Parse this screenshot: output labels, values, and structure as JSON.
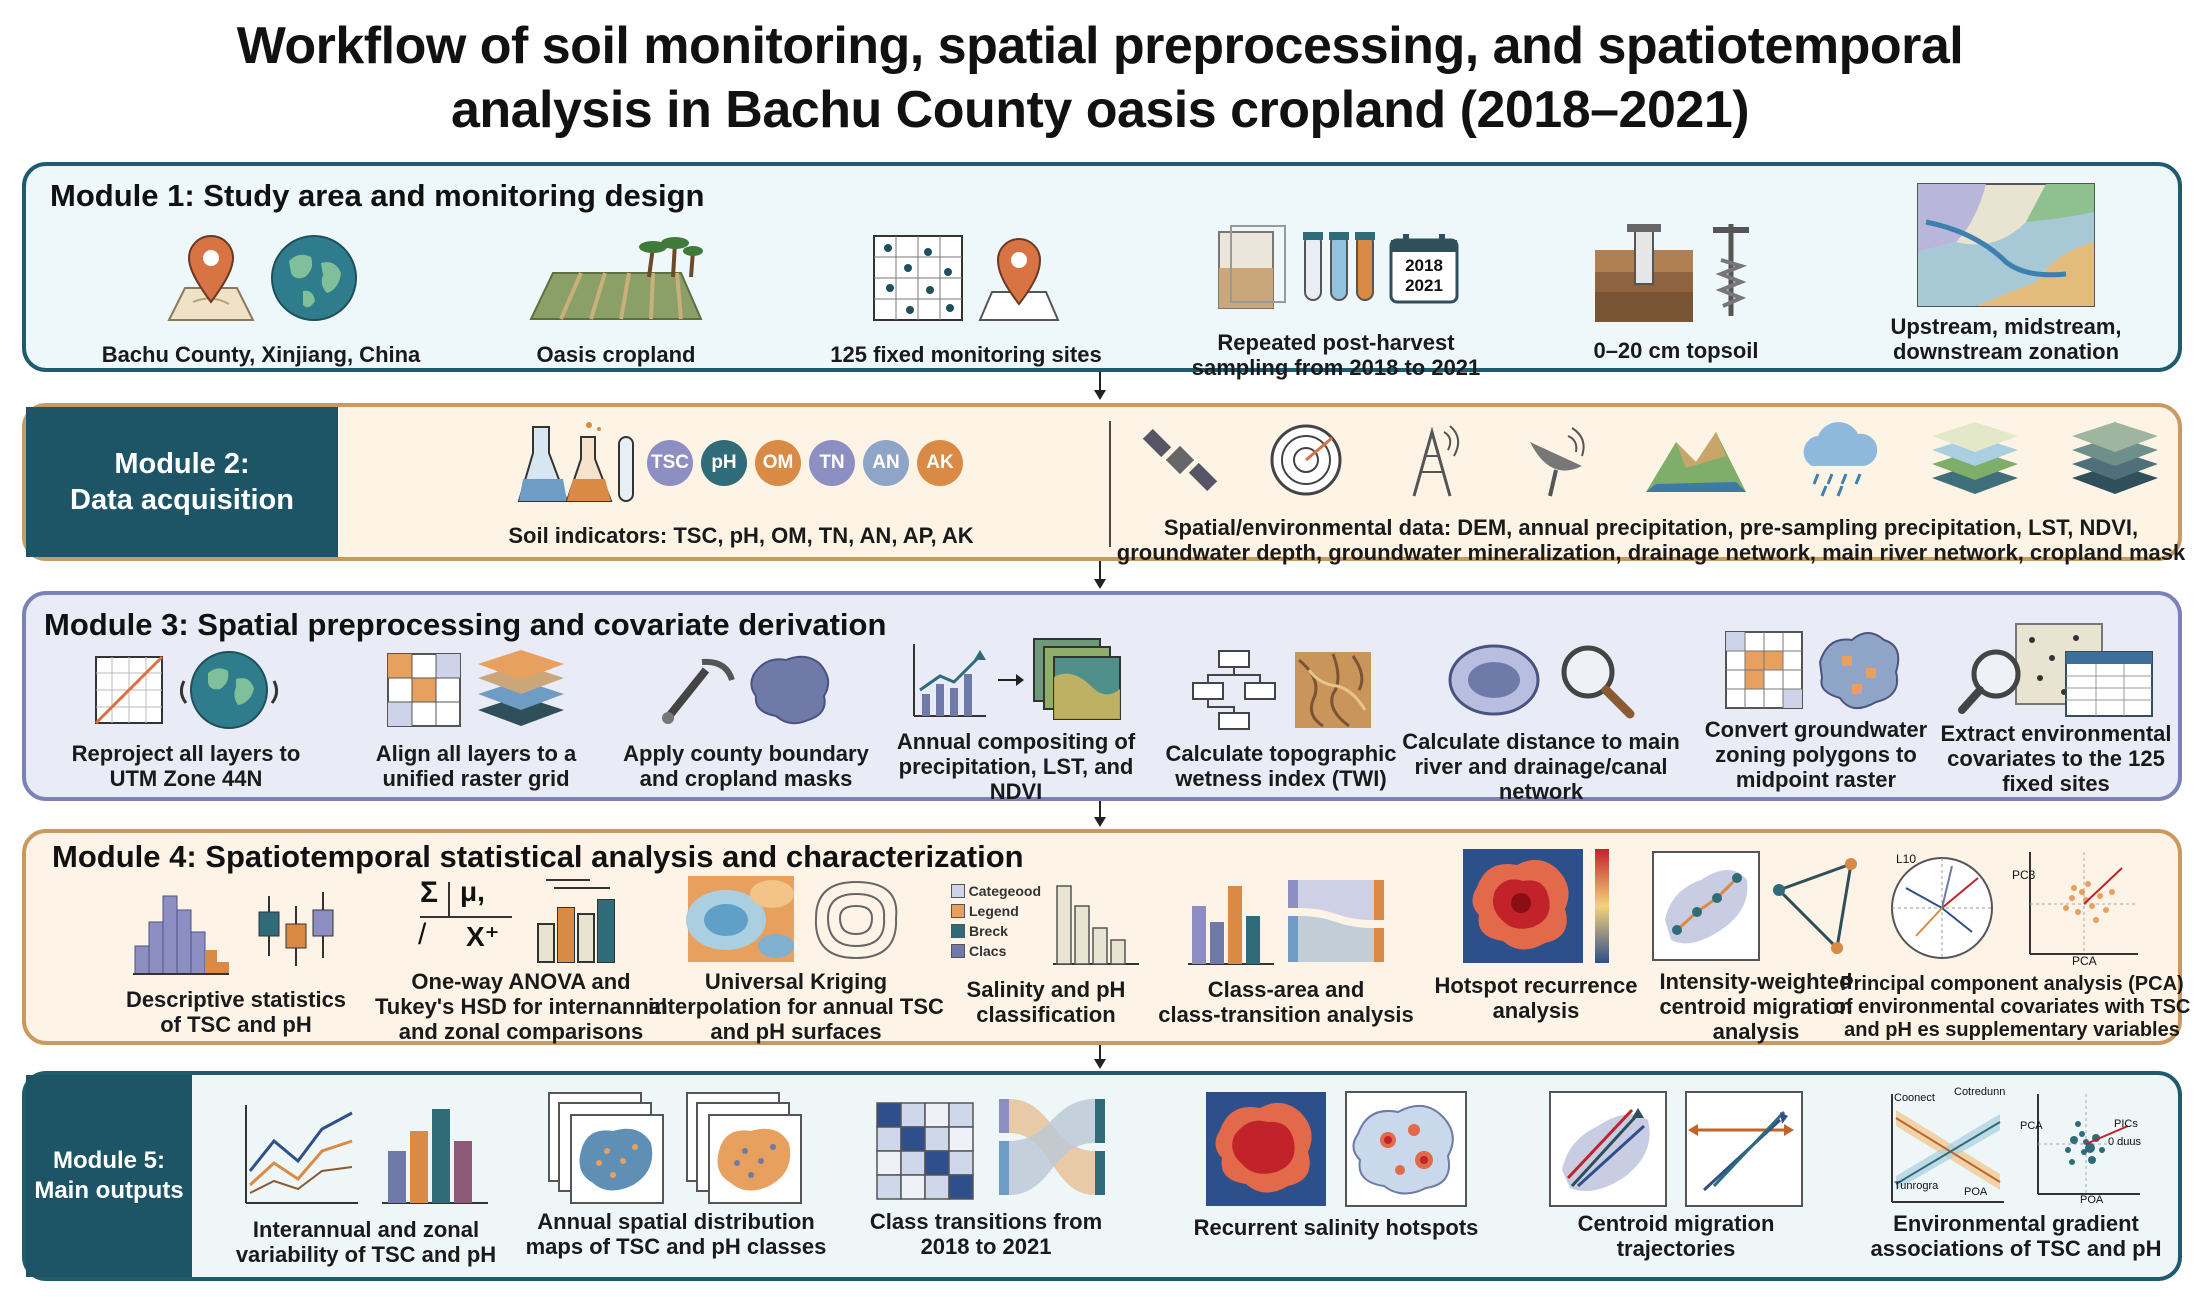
{
  "title": {
    "line1": "Workflow of soil monitoring, spatial preprocessing, and spatiotemporal",
    "line2": "analysis in Bachu County oasis cropland (2018–2021)"
  },
  "module1": {
    "heading": "Module 1: Study area and monitoring design",
    "items": [
      {
        "lines": [
          "Bachu County, Xinjiang, China"
        ]
      },
      {
        "lines": [
          "Oasis cropland"
        ]
      },
      {
        "lines": [
          "125 fixed monitoring sites"
        ]
      },
      {
        "lines": [
          "Repeated post-harvest",
          "sampling from 2018 to 2021"
        ]
      },
      {
        "lines": [
          "0–20 cm topsoil"
        ]
      },
      {
        "lines": [
          "Upstream, midstream,",
          "downstream zonation"
        ]
      }
    ],
    "calendar_years": [
      "2018",
      "2021"
    ]
  },
  "module2": {
    "side_lines": [
      "Module 2:",
      "Data acquisition"
    ],
    "soil_caption": "Soil indicators: TSC, pH, OM, TN, AN, AP, AK",
    "badges": [
      {
        "label": "TSC",
        "color": "#8d8fc2"
      },
      {
        "label": "pH",
        "color": "#2f6b78"
      },
      {
        "label": "OM",
        "color": "#d98a45"
      },
      {
        "label": "TN",
        "color": "#8d8fc2"
      },
      {
        "label": "AN",
        "color": "#8fa5c7"
      },
      {
        "label": "AK",
        "color": "#d98a45"
      }
    ],
    "spatial_caption_lines": [
      "Spatial/environmental data: DEM, annual precipitation, pre-sampling precipitation, LST, NDVI,",
      "groundwater depth, groundwater mineralization, drainage network, main river network, cropland mask"
    ]
  },
  "module3": {
    "heading": "Module 3: Spatial preprocessing and covariate derivation",
    "items": [
      {
        "lines": [
          "Reproject all layers to",
          "UTM Zone 44N"
        ]
      },
      {
        "lines": [
          "Align all layers to a",
          "unified raster grid"
        ]
      },
      {
        "lines": [
          "Apply county boundary",
          "and cropland masks"
        ]
      },
      {
        "lines": [
          "Annual compositing of",
          "precipitation, LST, and",
          "NDVI"
        ]
      },
      {
        "lines": [
          "Calculate topographic",
          "wetness index (TWI)"
        ]
      },
      {
        "lines": [
          "Calculate distance to main",
          "river and drainage/canal",
          "network"
        ]
      },
      {
        "lines": [
          "Convert groundwater",
          "zoning polygons to",
          "midpoint raster"
        ]
      },
      {
        "lines": [
          "Extract environmental",
          "covariates to the 125",
          "fixed sites"
        ]
      }
    ]
  },
  "module4": {
    "heading": "Module 4: Spatiotemporal statistical analysis and characterization",
    "items": [
      {
        "lines": [
          "Descriptive statistics",
          "of TSC and pH"
        ]
      },
      {
        "lines": [
          "One-way ANOVA and",
          "Tukey's HSD for internannal",
          "and zonal comparisons"
        ]
      },
      {
        "lines": [
          "Universal Kriging",
          "interpolation for annual TSC",
          "and pH surfaces"
        ]
      },
      {
        "lines": [
          "Salinity and pH",
          "classification"
        ]
      },
      {
        "lines": [
          "Class-area and",
          "class-transition analysis"
        ]
      },
      {
        "lines": [
          "Hotspot recurrence",
          "analysis"
        ]
      },
      {
        "lines": [
          "Intensity-weighted",
          "centroid migration",
          "analysis"
        ]
      },
      {
        "lines": [
          "Principal component analysis (PCA)",
          "of environmental covariates with TSC",
          "and pH es supplementary variables"
        ]
      }
    ],
    "legend_labels": [
      "Categeood",
      "Legend",
      "Breck",
      "Clacs"
    ],
    "anova_symbols": [
      "Σ",
      "μ,",
      "X⁺"
    ],
    "pca_axis_labels": [
      "L10",
      "PC3",
      "PCA"
    ]
  },
  "module5": {
    "side_lines": [
      "Module 5:",
      "Main outputs"
    ],
    "items": [
      {
        "lines": [
          "Interannual and zonal",
          "variability of TSC and pH"
        ]
      },
      {
        "lines": [
          "Annual spatial distribution",
          "maps of TSC and pH classes"
        ]
      },
      {
        "lines": [
          "Class transitions from",
          "2018 to 2021"
        ]
      },
      {
        "lines": [
          "Recurrent salinity hotspots"
        ]
      },
      {
        "lines": [
          "Centroid migration",
          "trajectories"
        ]
      },
      {
        "lines": [
          "Environmental gradient",
          "associations of TSC and pH"
        ]
      }
    ],
    "gradient_labels": [
      "Coonect",
      "Cotredunn",
      "Tunrogra",
      "POA",
      "PCA",
      "PICs",
      "0 duus",
      "POA"
    ]
  },
  "colors": {
    "teal_dark": "#1e5566",
    "orange": "#d98a45",
    "purple": "#8d8fc2",
    "brown": "#8a5a33"
  }
}
